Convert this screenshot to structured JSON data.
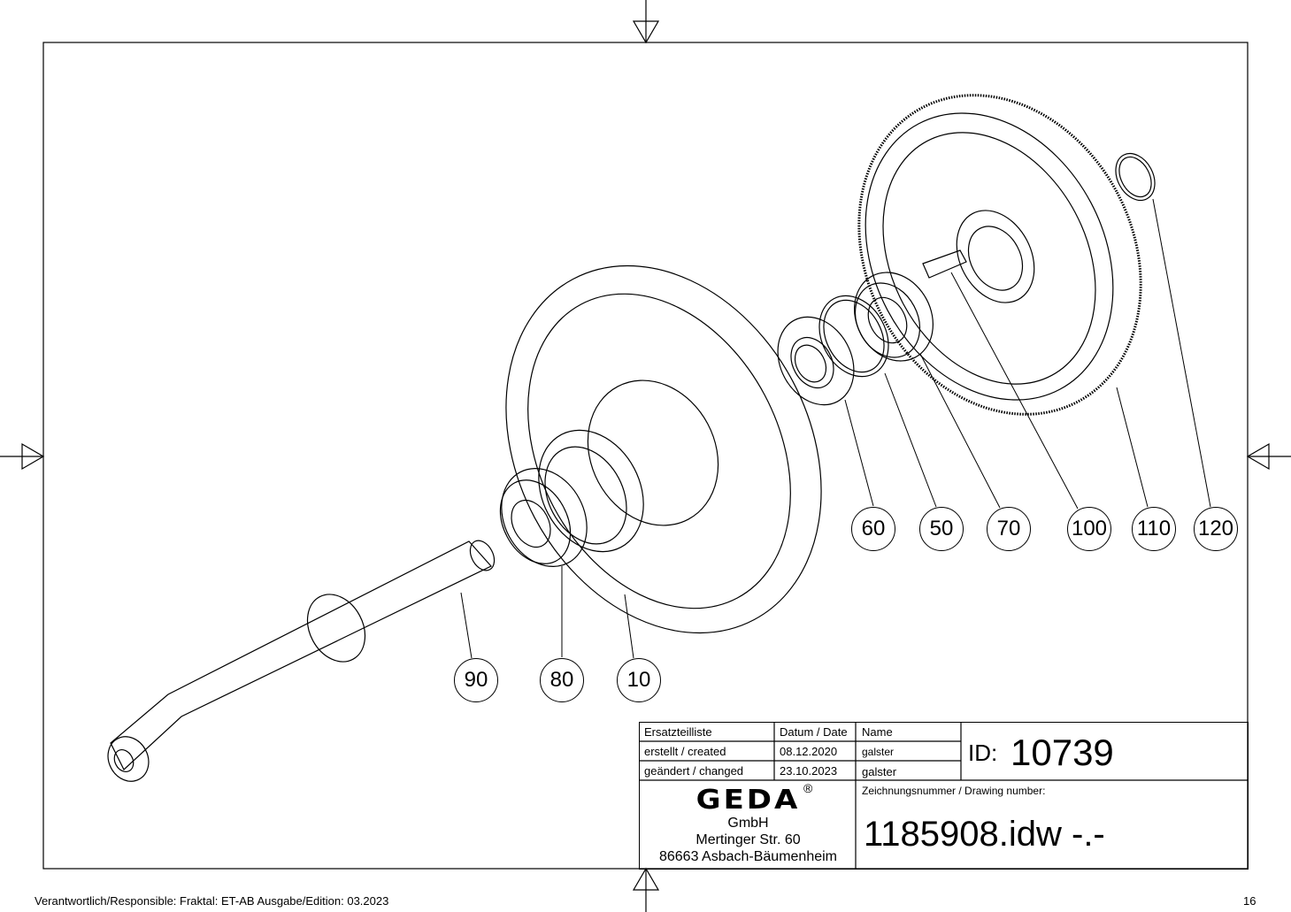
{
  "balloons": {
    "b60": "60",
    "b50": "50",
    "b70": "70",
    "b100": "100",
    "b110": "110",
    "b120": "120",
    "b90": "90",
    "b80": "80",
    "b10": "10"
  },
  "title_block": {
    "ersatzteilliste": "Ersatzteilliste",
    "datum_header": "Datum / Date",
    "name_header": "Name",
    "created_label": "erstellt / created",
    "created_date": "08.12.2020",
    "created_name": "galster",
    "changed_label": "geändert / changed",
    "changed_date": "23.10.2023",
    "changed_name": "galster",
    "id_label": "ID:",
    "id_value": "10739",
    "drawing_number_label": "Zeichnungsnummer / Drawing number:",
    "drawing_number": "1185908.idw -.-",
    "company_logo": "GEDA",
    "registered": "®",
    "company_suffix": "GmbH",
    "street": "Mertinger Str. 60",
    "city": "86663 Asbach-Bäumenheim"
  },
  "footer": {
    "responsible": "Verantwortlich/Responsible: Fraktal: ET-AB Ausgabe/Edition: 03.2023",
    "page_number": "16"
  }
}
